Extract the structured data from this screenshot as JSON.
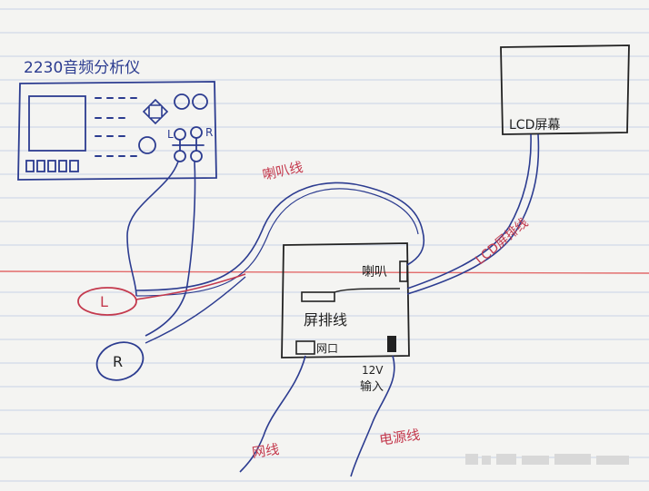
{
  "labels": {
    "analyzer_title": "2230音频分析仪",
    "analyzer_left": "L",
    "analyzer_right": "R",
    "lcd_screen": "LCD屏幕",
    "speaker_wire": "喇叭线",
    "lcd_ribbon": "LCD屏排线",
    "speaker_port": "喇叭",
    "screen_ribbon_port": "屏排线",
    "network_port": "网口",
    "power_in_line1": "12V",
    "power_in_line2": "输入",
    "network_cable": "网线",
    "power_cable": "电源线",
    "probe_left": "L",
    "probe_right": "R"
  },
  "colors": {
    "paper": "#f4f4f2",
    "rule": "#c9d2e6",
    "margin_red": "#e26a6a",
    "ink_blue": "#2c3c90",
    "ink_black": "#222222",
    "ink_red": "#c43a4e"
  }
}
